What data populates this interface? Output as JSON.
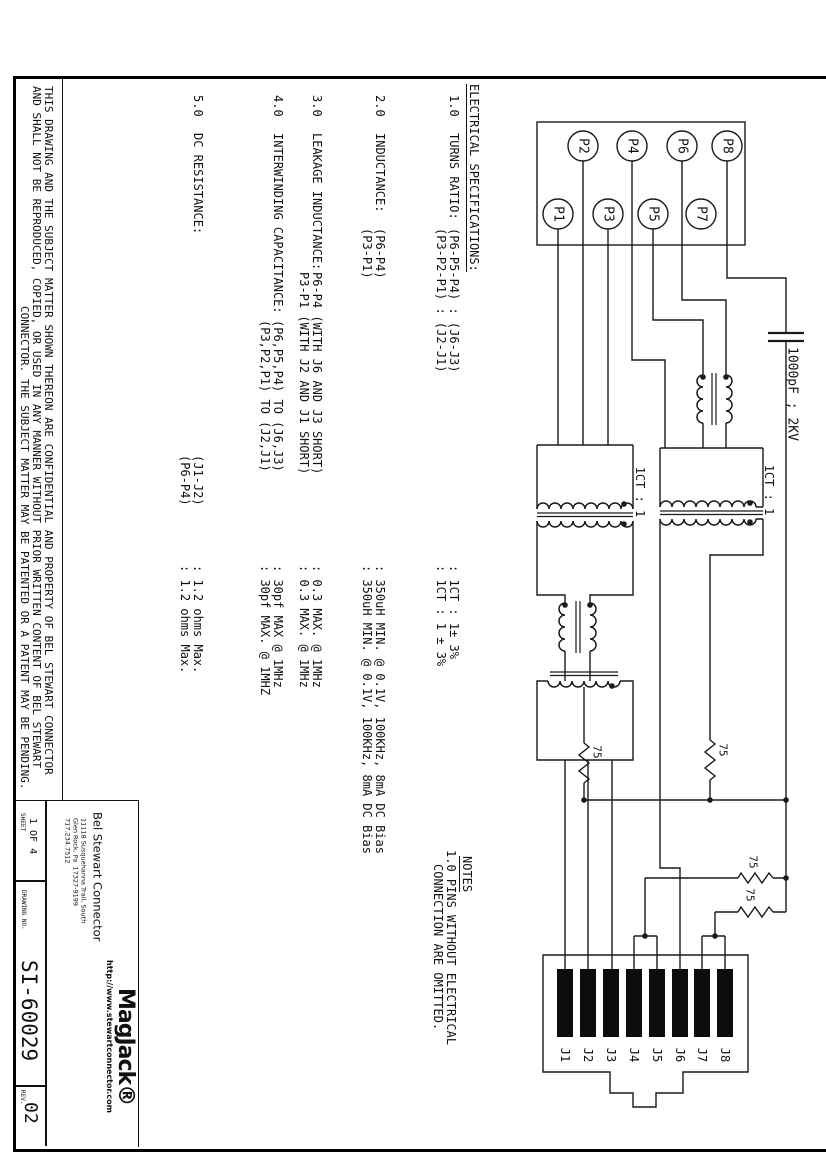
{
  "confidentiality": {
    "line1": "THIS DRAWING AND THE SUBJECT MATTER SHOWN THEREON ARE CONFIDENTIAL AND PROPERTY OF BEL STEWART CONNECTOR",
    "line2": "AND SHALL NOT BE REPRODUCED, COPIED, OR USED IN ANY MANNER WITHOUT PRIOR WRITTEN CONTENT OF BEL STEWART",
    "line3": "CONNECTOR. THE SUBJECT MATTER MAY BE PATENTED OR A PATENT MAY BE PENDING."
  },
  "specs": {
    "heading": "ELECTRICAL SPECIFICATIONS:",
    "items": [
      {
        "num": "1.0",
        "label": "TURNS RATIO:",
        "line1": "(P6-P5-P4) : (J6-J3)",
        "line2": "(P3-P2-P1) : (J2-J1)",
        "val1": ": 1CT : 1± 3%",
        "val2": ": 1CT : 1 ± 3%"
      },
      {
        "num": "2.0",
        "label": "INDUCTANCE:",
        "line1": "(P6-P4)",
        "line2": "(P3-P1)",
        "val1": ": 350uH MIN. @ 0.1V, 100KHz, 8mA DC Bias",
        "val2": ": 350uH MIN. @ 0.1V, 100KHz, 8mA DC Bias"
      },
      {
        "num": "3.0",
        "label": "LEAKAGE INDUCTANCE:",
        "line1": "P6-P4 (WITH J6 AND J3 SHORT)",
        "line2": "P3-P1 (WITH J2 AND J1 SHORT)",
        "val1": ": 0.3 MAX. @ 1MHz",
        "val2": ": 0.3 MAX. @ 1MHz"
      },
      {
        "num": "4.0",
        "label": "INTERWINDING CAPACITANCE:",
        "line1": "(P6,P5,P4) TO (J6,J3)",
        "line2": "(P3,P2,P1) TO (J2,J1)",
        "val1": ": 30pf MAX @ 1MHz",
        "val2": ": 30pf MAX. @ 1MHZ"
      },
      {
        "num": "5.0",
        "label": "DC RESISTANCE:",
        "line1": "(J1-J2)",
        "line2": "(P6-P4)",
        "val1": ": 1.2 ohms Max.",
        "val2": ": 1.2 ohms Max."
      }
    ]
  },
  "notes": {
    "heading": "NOTES",
    "line1": "1.0 PINS WITHOUT ELECTRICAL",
    "line2": "CONNECTION ARE OMITTED."
  },
  "schematic": {
    "cap_label": "1000pF ; 2KV",
    "ratio_left": "1CT : 1",
    "ratio_right": "1CT : 1",
    "r1": "75",
    "r2": "75",
    "r3": "75",
    "r4": "75",
    "p_labels": [
      "P1",
      "P2",
      "P3",
      "P4",
      "P5",
      "P6",
      "P7",
      "P8"
    ],
    "j_labels": [
      "J1",
      "J2",
      "J3",
      "J4",
      "J5",
      "J6",
      "J7",
      "J8"
    ]
  },
  "title_block": {
    "company": "Bel Stewart Connector",
    "address1": "11118 Susquehanna Trail, South",
    "address2": "Glen Rock, Pa  17327-9199",
    "phone": "717.234.7512",
    "url": "http://www.stewartconnector.com",
    "brand": "MagJack®",
    "sheet_label": "SHEET",
    "sheet_value": "1 OF 4",
    "drawing_no_label": "DRAWING NO.",
    "drawing_no": "SI-60029",
    "rev_label": "REV.",
    "rev": "02"
  },
  "colors": {
    "ink": "#111111",
    "paper": "#ffffff"
  }
}
